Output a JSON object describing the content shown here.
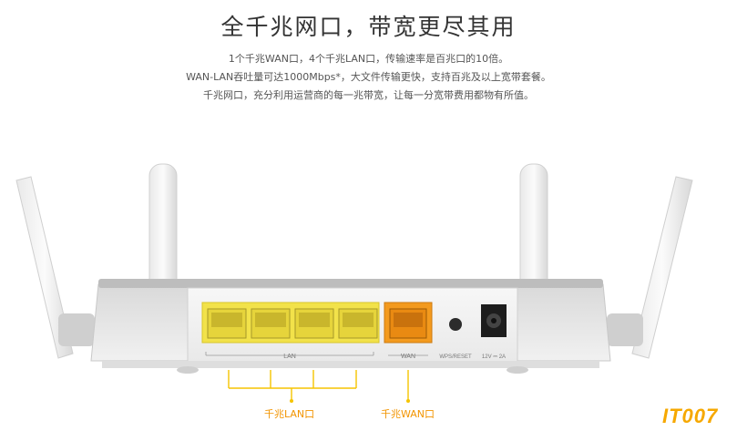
{
  "headline": "全千兆网口，带宽更尽其用",
  "description": [
    "1个千兆WAN口，4个千兆LAN口，传输速率是百兆口的10倍。",
    "WAN-LAN吞吐量可达1000Mbps*，大文件传输更快，支持百兆及以上宽带套餐。",
    "千兆网口，充分利用运营商的每一兆带宽，让每一分宽带费用都物有所值。"
  ],
  "router": {
    "lan_label": "LAN",
    "wan_label": "WAN",
    "wps_label": "WPS/RESET",
    "power_label": "12V ⎓ 2A"
  },
  "callouts": {
    "lan": "千兆LAN口",
    "wan": "千兆WAN口"
  },
  "watermark": "IT007",
  "colors": {
    "lan_port": "#f2e24a",
    "wan_port": "#f39a1e",
    "callout_line": "#f5c400",
    "callout_text": "#f29400"
  }
}
